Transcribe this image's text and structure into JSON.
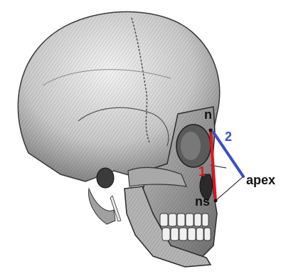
{
  "labels": {
    "n": "n",
    "ns": "ns",
    "apex": "apex",
    "line1": "1",
    "line2": "2"
  },
  "colors": {
    "line1": "#e0141c",
    "line2": "#3a4fc8",
    "text": "#111111",
    "label1": "#e0141c",
    "label2": "#3a4fc8",
    "skull_light": "#d9d9d9",
    "skull_mid": "#9a9a9a",
    "skull_dark": "#2a2a2a"
  },
  "image": {
    "subject": "skull-lateral-view"
  }
}
